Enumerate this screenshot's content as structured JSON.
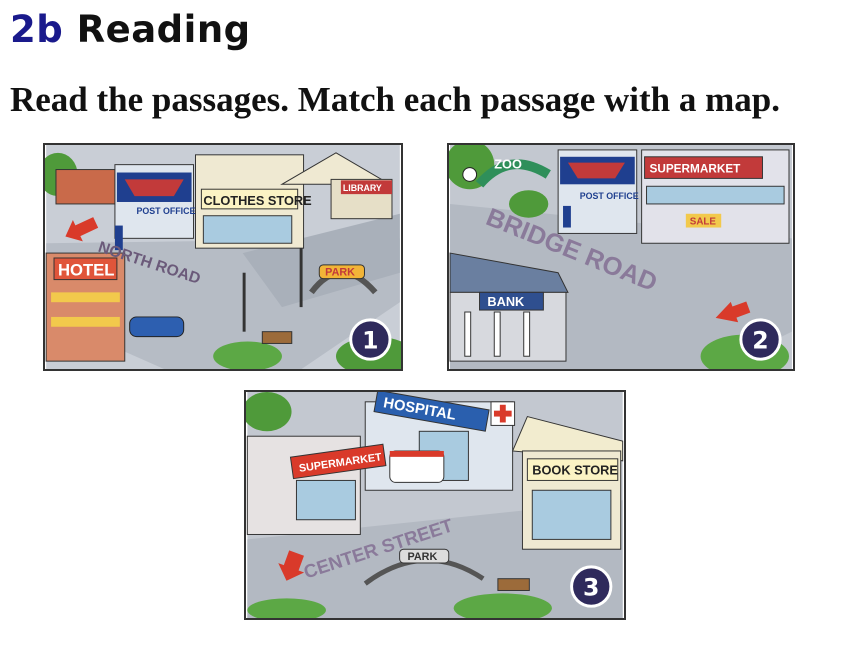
{
  "header": {
    "number": "2b",
    "title": "Reading"
  },
  "instruction": "Read the passages. Match each passage with a map.",
  "maps": [
    {
      "number": "1",
      "signs": {
        "post_office": "POST OFFICE",
        "clothes_store": "CLOTHES STORE",
        "library": "LIBRARY",
        "north_road": "NORTH ROAD",
        "hotel": "HOTEL",
        "park": "PARK"
      }
    },
    {
      "number": "2",
      "signs": {
        "zoo": "ZOO",
        "post_office": "POST OFFICE",
        "supermarket": "SUPERMARKET",
        "sale": "SALE",
        "bridge_road": "BRIDGE ROAD",
        "bank": "BANK"
      }
    },
    {
      "number": "3",
      "signs": {
        "hospital": "HOSPITAL",
        "supermarket": "SUPERMARKET",
        "book_store": "BOOK STORE",
        "center_street": "CENTER STREET",
        "park": "PARK"
      }
    }
  ]
}
